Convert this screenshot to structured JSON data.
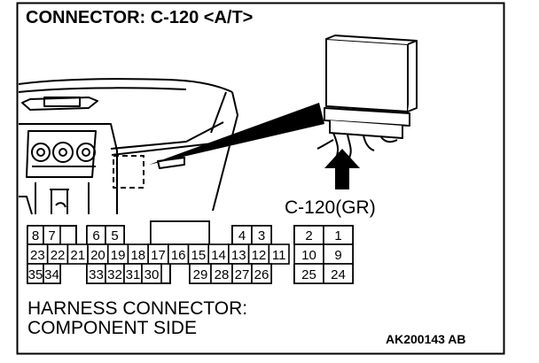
{
  "title": "CONNECTOR: C-120 <A/T>",
  "connector_label": "C-120(GR)",
  "footer_line1": "HARNESS CONNECTOR:",
  "footer_line2": "COMPONENT SIDE",
  "figure_code": "AK200143 AB",
  "pin_rows": [
    [
      "8",
      "7",
      "",
      "6",
      "5",
      "",
      "",
      "",
      "",
      "4",
      "3",
      "",
      "2",
      "1"
    ],
    [
      "23",
      "22",
      "21",
      "20",
      "19",
      "18",
      "17",
      "16",
      "15",
      "14",
      "13",
      "12",
      "11",
      "10",
      "9"
    ],
    [
      "35",
      "34",
      "",
      "33",
      "32",
      "31",
      "30",
      "",
      "29",
      "28",
      "27",
      "26",
      "",
      "25",
      "24"
    ]
  ]
}
